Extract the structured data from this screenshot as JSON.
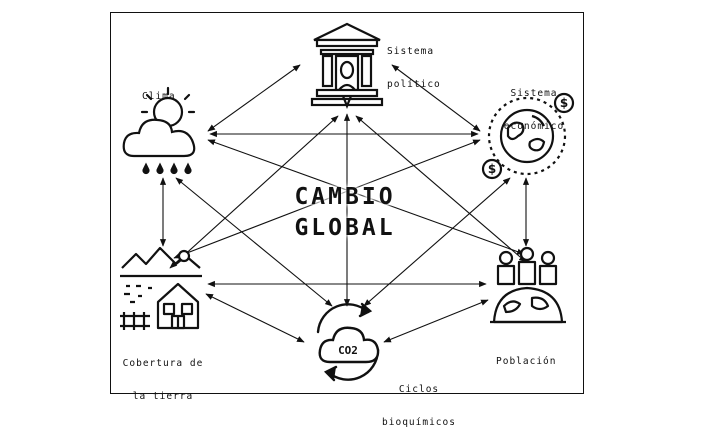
{
  "title": {
    "line1": "CAMBIO",
    "line2": "GLOBAL"
  },
  "nodes": {
    "politico": {
      "line1": "Sistema",
      "line2": "político"
    },
    "clima": {
      "line1": "Clima"
    },
    "economico": {
      "line1": "Sistema",
      "line2": "económico"
    },
    "cobertura": {
      "line1": "Cobertura de",
      "line2": "la tierra"
    },
    "poblacion": {
      "line1": "Población"
    },
    "ciclos": {
      "line1": "Ciclos",
      "line2": "bioquímicos",
      "co2": "CO2"
    }
  },
  "icons": {
    "politico": "government-building-icon",
    "clima": "sun-cloud-rain-icon",
    "economico": "globe-money-icon",
    "cobertura": "land-cover-farm-icon",
    "poblacion": "population-globe-icon",
    "ciclos": "co2-cycle-icon"
  },
  "colors": {
    "ink": "#111111",
    "background": "#ffffff"
  }
}
